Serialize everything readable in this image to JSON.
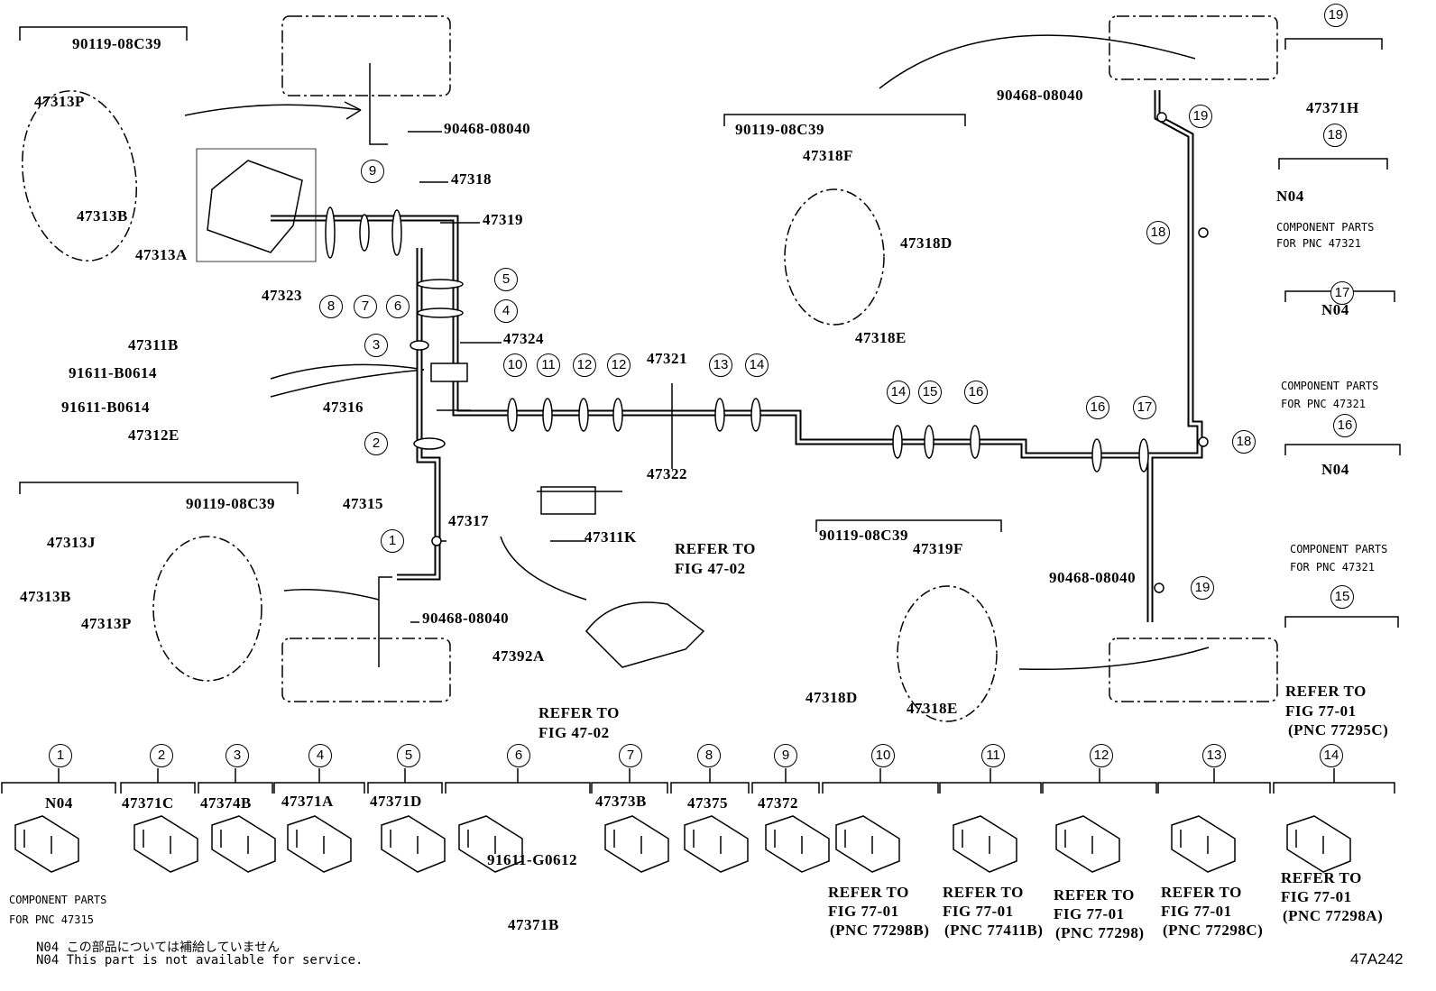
{
  "callouts": [
    "90119-08C39",
    "47313P",
    "47313B",
    "47313A",
    "90468-08040",
    "47318",
    "47319",
    "47323",
    "47324",
    "47311B",
    "91611-B0614",
    "91611-B0614",
    "47316",
    "47312E",
    "47321",
    "47322",
    "90119-08C39",
    "47313J",
    "47315",
    "47317",
    "47311K",
    "REFER TO",
    "FIG 47-02",
    "47313B",
    "90468-08040",
    "47313P",
    "47392A",
    "REFER TO",
    "FIG 47-02",
    "90119-08C39",
    "47318F",
    "47318D",
    "47318E",
    "90119-08C39",
    "47319F",
    "47318D",
    "47318E",
    "90468-08040",
    "47371H",
    "N04",
    "N04",
    "N04",
    "90468-08040",
    "REFER TO",
    "FIG 77-01",
    "(PNC 77295C)"
  ],
  "small_notes": [
    "COMPONENT PARTS",
    "FOR PNC 47321",
    "COMPONENT PARTS",
    "FOR PNC 47321",
    "COMPONENT PARTS",
    "FOR PNC 47321",
    "COMPONENT PARTS",
    "FOR PNC 47315"
  ],
  "diagram_circles": [
    "9",
    "8",
    "7",
    "6",
    "5",
    "4",
    "3",
    "2",
    "1",
    "10",
    "11",
    "12",
    "12",
    "13",
    "14",
    "14",
    "15",
    "16",
    "16",
    "17",
    "18",
    "18",
    "19",
    "19",
    "19",
    "18",
    "17",
    "16",
    "15"
  ],
  "legend_row": {
    "numbers": [
      "1",
      "2",
      "3",
      "4",
      "5",
      "6",
      "7",
      "8",
      "9",
      "10",
      "11",
      "12",
      "13",
      "14"
    ],
    "parts": [
      "N04",
      "47371C",
      "47374B",
      "47371A",
      "47371D",
      "47373B",
      "47375",
      "47372",
      "91611-G0612",
      "47371B"
    ],
    "refers": [
      [
        "REFER TO",
        "FIG 77-01",
        "(PNC 77298B)"
      ],
      [
        "REFER TO",
        "FIG 77-01",
        "(PNC 77411B)"
      ],
      [
        "REFER TO",
        "FIG 77-01",
        "(PNC 77298)"
      ],
      [
        "REFER TO",
        "FIG 77-01",
        "(PNC 77298C)"
      ],
      [
        "REFER TO",
        "FIG 77-01",
        "(PNC 77298A)"
      ]
    ]
  },
  "footnotes": [
    "N04 この部品については補給していません",
    "N04 This part is not available for service."
  ],
  "diagram_code": "47A242"
}
